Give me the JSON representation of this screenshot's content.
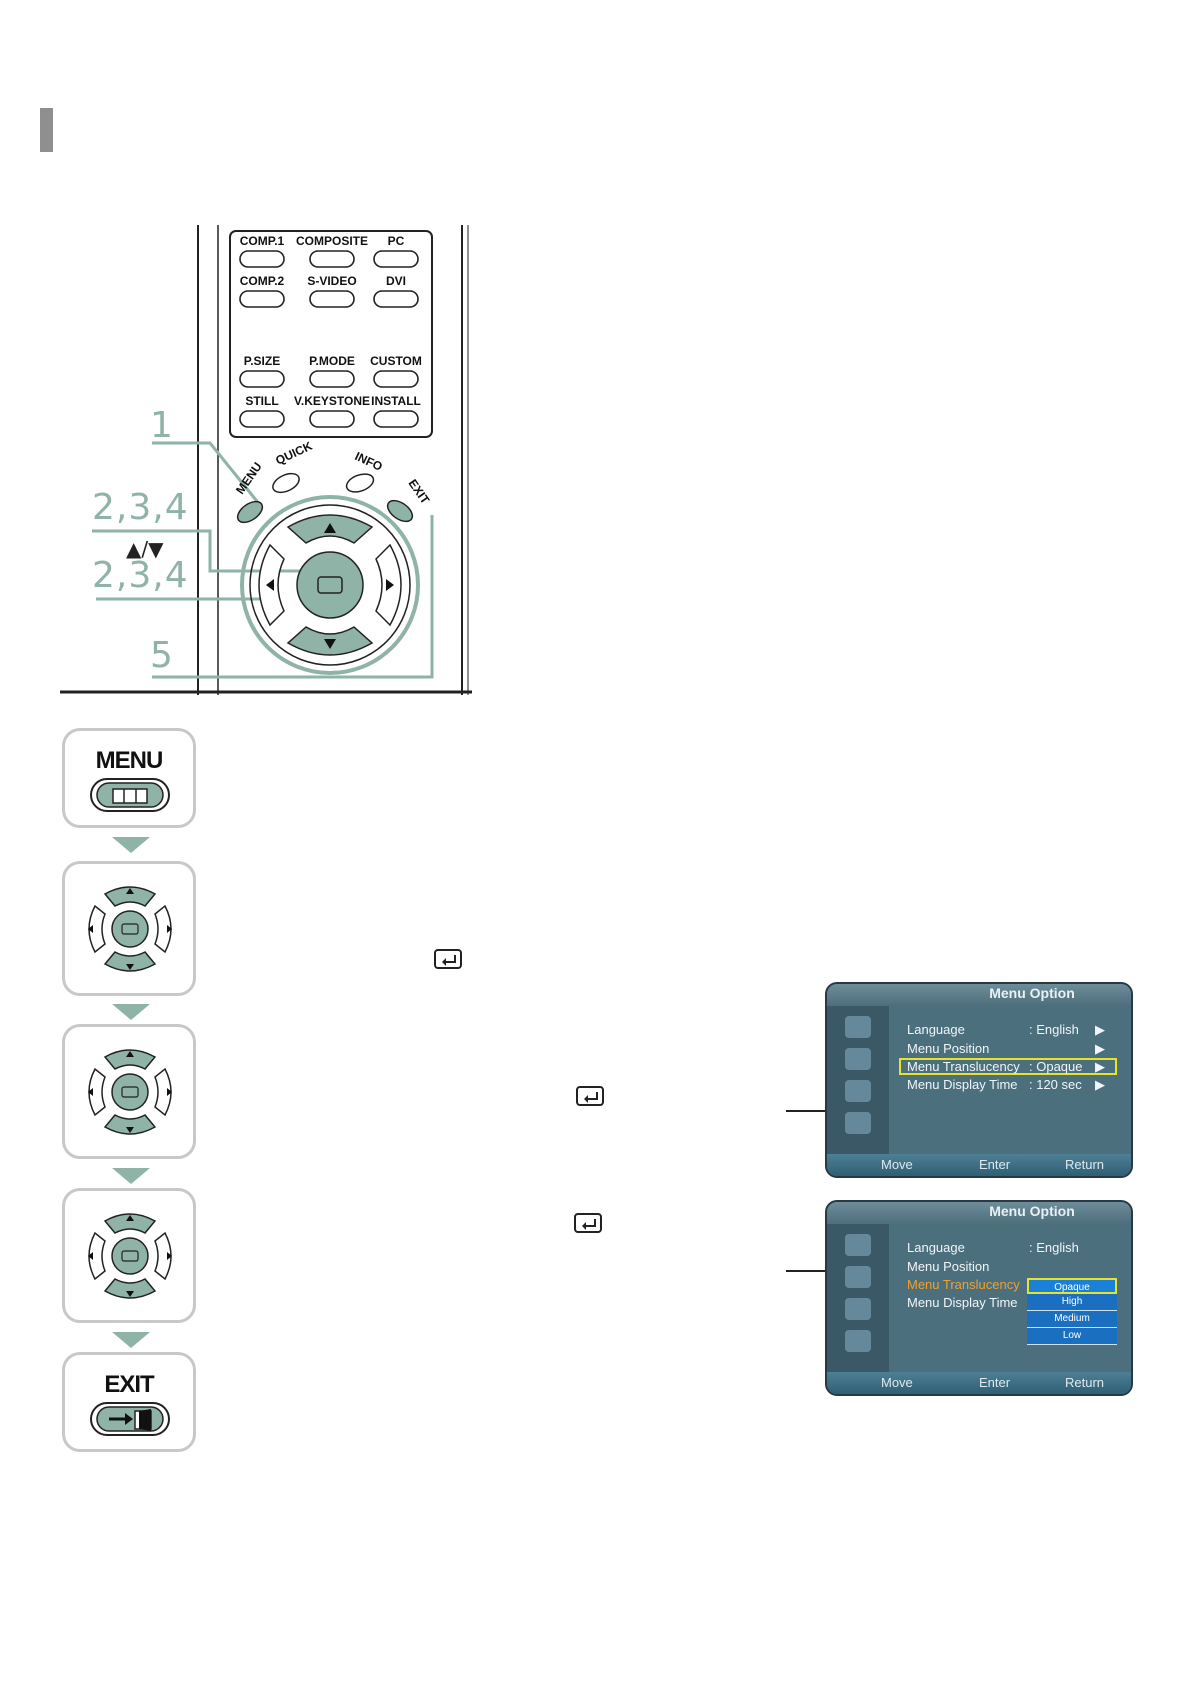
{
  "remote": {
    "labels": {
      "step1": "1",
      "step234_top": "2,3,4",
      "updown": "▲/▼",
      "step234_bottom": "2,3,4",
      "step5": "5"
    },
    "source_buttons": [
      {
        "label": "COMP.1"
      },
      {
        "label": "COMPOSITE"
      },
      {
        "label": "PC"
      },
      {
        "label": "COMP.2"
      },
      {
        "label": "S-VIDEO"
      },
      {
        "label": "DVI"
      }
    ],
    "function_buttons": [
      {
        "label": "P.SIZE"
      },
      {
        "label": "P.MODE"
      },
      {
        "label": "CUSTOM"
      },
      {
        "label": "STILL"
      },
      {
        "label": "V.KEYSTONE"
      },
      {
        "label": "INSTALL"
      }
    ],
    "nav_buttons": {
      "menu": "MENU",
      "quick": "QUICK",
      "info": "INFO",
      "exit": "EXIT"
    }
  },
  "steps": {
    "menu_label": "MENU",
    "exit_label": "EXIT"
  },
  "osd_screens": [
    {
      "title": "Menu Option",
      "rows": [
        {
          "label": "Language",
          "value": ": English",
          "arrow": "▶"
        },
        {
          "label": "Menu Position",
          "value": "",
          "arrow": "▶"
        },
        {
          "label": "Menu Translucency",
          "value": ": Opaque",
          "arrow": "▶"
        },
        {
          "label": "Menu Display Time",
          "value": ": 120 sec",
          "arrow": "▶"
        }
      ],
      "footer": {
        "move": "Move",
        "enter": "Enter",
        "return": "Return"
      }
    },
    {
      "title": "Menu Option",
      "rows": [
        {
          "label": "Language",
          "value": ": English"
        },
        {
          "label": "Menu Position",
          "value": ""
        },
        {
          "label": "Menu Translucency",
          "value": ""
        },
        {
          "label": "Menu Display Time",
          "value": ""
        }
      ],
      "dropdown": [
        "Opaque",
        "High",
        "Medium",
        "Low"
      ],
      "footer": {
        "move": "Move",
        "enter": "Enter",
        "return": "Return"
      }
    }
  ],
  "colors": {
    "accent_green": "#8fb3a6",
    "osd_bg": "#4c6f7e",
    "highlight_yellow": "#e6e32a",
    "selected_orange": "#f0a030"
  }
}
